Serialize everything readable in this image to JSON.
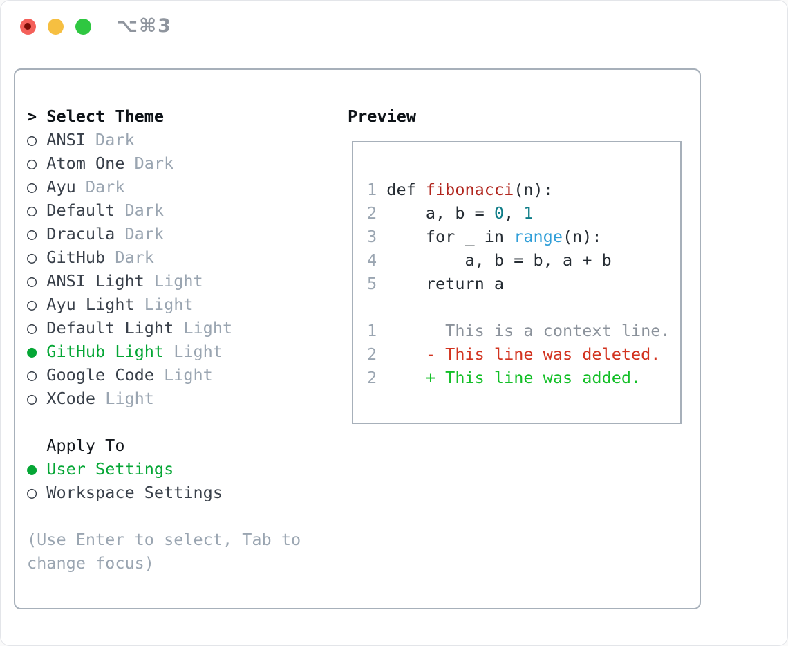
{
  "window": {
    "title": "⌥⌘3"
  },
  "theme_picker": {
    "cursor": ">",
    "header": "Select Theme",
    "items": [
      {
        "name": "ANSI",
        "variant": "Dark",
        "selected": false
      },
      {
        "name": "Atom One",
        "variant": "Dark",
        "selected": false
      },
      {
        "name": "Ayu",
        "variant": "Dark",
        "selected": false
      },
      {
        "name": "Default",
        "variant": "Dark",
        "selected": false
      },
      {
        "name": "Dracula",
        "variant": "Dark",
        "selected": false
      },
      {
        "name": "GitHub",
        "variant": "Dark",
        "selected": false
      },
      {
        "name": "ANSI Light",
        "variant": "Light",
        "selected": false
      },
      {
        "name": "Ayu Light",
        "variant": "Light",
        "selected": false
      },
      {
        "name": "Default Light",
        "variant": "Light",
        "selected": false
      },
      {
        "name": "GitHub Light",
        "variant": "Light",
        "selected": true
      },
      {
        "name": "Google Code",
        "variant": "Light",
        "selected": false
      },
      {
        "name": "XCode",
        "variant": "Light",
        "selected": false
      }
    ]
  },
  "apply_to": {
    "header": "Apply To",
    "items": [
      {
        "name": "User Settings",
        "selected": true
      },
      {
        "name": "Workspace Settings",
        "selected": false
      }
    ]
  },
  "footer": {
    "lines": [
      "(Use Enter to select, Tab to",
      "change focus)"
    ]
  },
  "preview": {
    "header": "Preview",
    "code_lines": [
      {
        "num": "1",
        "tokens": [
          {
            "t": "def ",
            "c": "plain"
          },
          {
            "t": "fibonacci",
            "c": "func"
          },
          {
            "t": "(n):",
            "c": "plain"
          }
        ]
      },
      {
        "num": "2",
        "tokens": [
          {
            "t": "    a, b = ",
            "c": "plain"
          },
          {
            "t": "0",
            "c": "number"
          },
          {
            "t": ", ",
            "c": "plain"
          },
          {
            "t": "1",
            "c": "number"
          }
        ]
      },
      {
        "num": "3",
        "tokens": [
          {
            "t": "    for _ in ",
            "c": "plain"
          },
          {
            "t": "range",
            "c": "builtin"
          },
          {
            "t": "(n):",
            "c": "plain"
          }
        ]
      },
      {
        "num": "4",
        "tokens": [
          {
            "t": "        a, b = b, a + b",
            "c": "plain"
          }
        ]
      },
      {
        "num": "5",
        "tokens": [
          {
            "t": "    return a",
            "c": "plain"
          }
        ]
      },
      {
        "num": "",
        "tokens": []
      },
      {
        "num": "1",
        "tokens": [
          {
            "t": "      This is a context line.",
            "c": "context"
          }
        ]
      },
      {
        "num": "2",
        "tokens": [
          {
            "t": "    - This line was deleted.",
            "c": "deleted"
          }
        ]
      },
      {
        "num": "2",
        "tokens": [
          {
            "t": "    + This line was added.",
            "c": "added"
          }
        ]
      }
    ]
  },
  "colors": {
    "selected_green": "#05a635",
    "added_green": "#13bf27",
    "deleted_red": "#d2331f",
    "func_red": "#b1261e",
    "number_teal": "#0e7c87",
    "builtin_blue": "#2f9ed8",
    "muted_gray": "#9aa5b1",
    "context_gray": "#8b929b",
    "code_plain": "#262d34",
    "item_dark": "#39404a",
    "header_black": "#0e1318",
    "border_gray": "#a7b0ba"
  }
}
